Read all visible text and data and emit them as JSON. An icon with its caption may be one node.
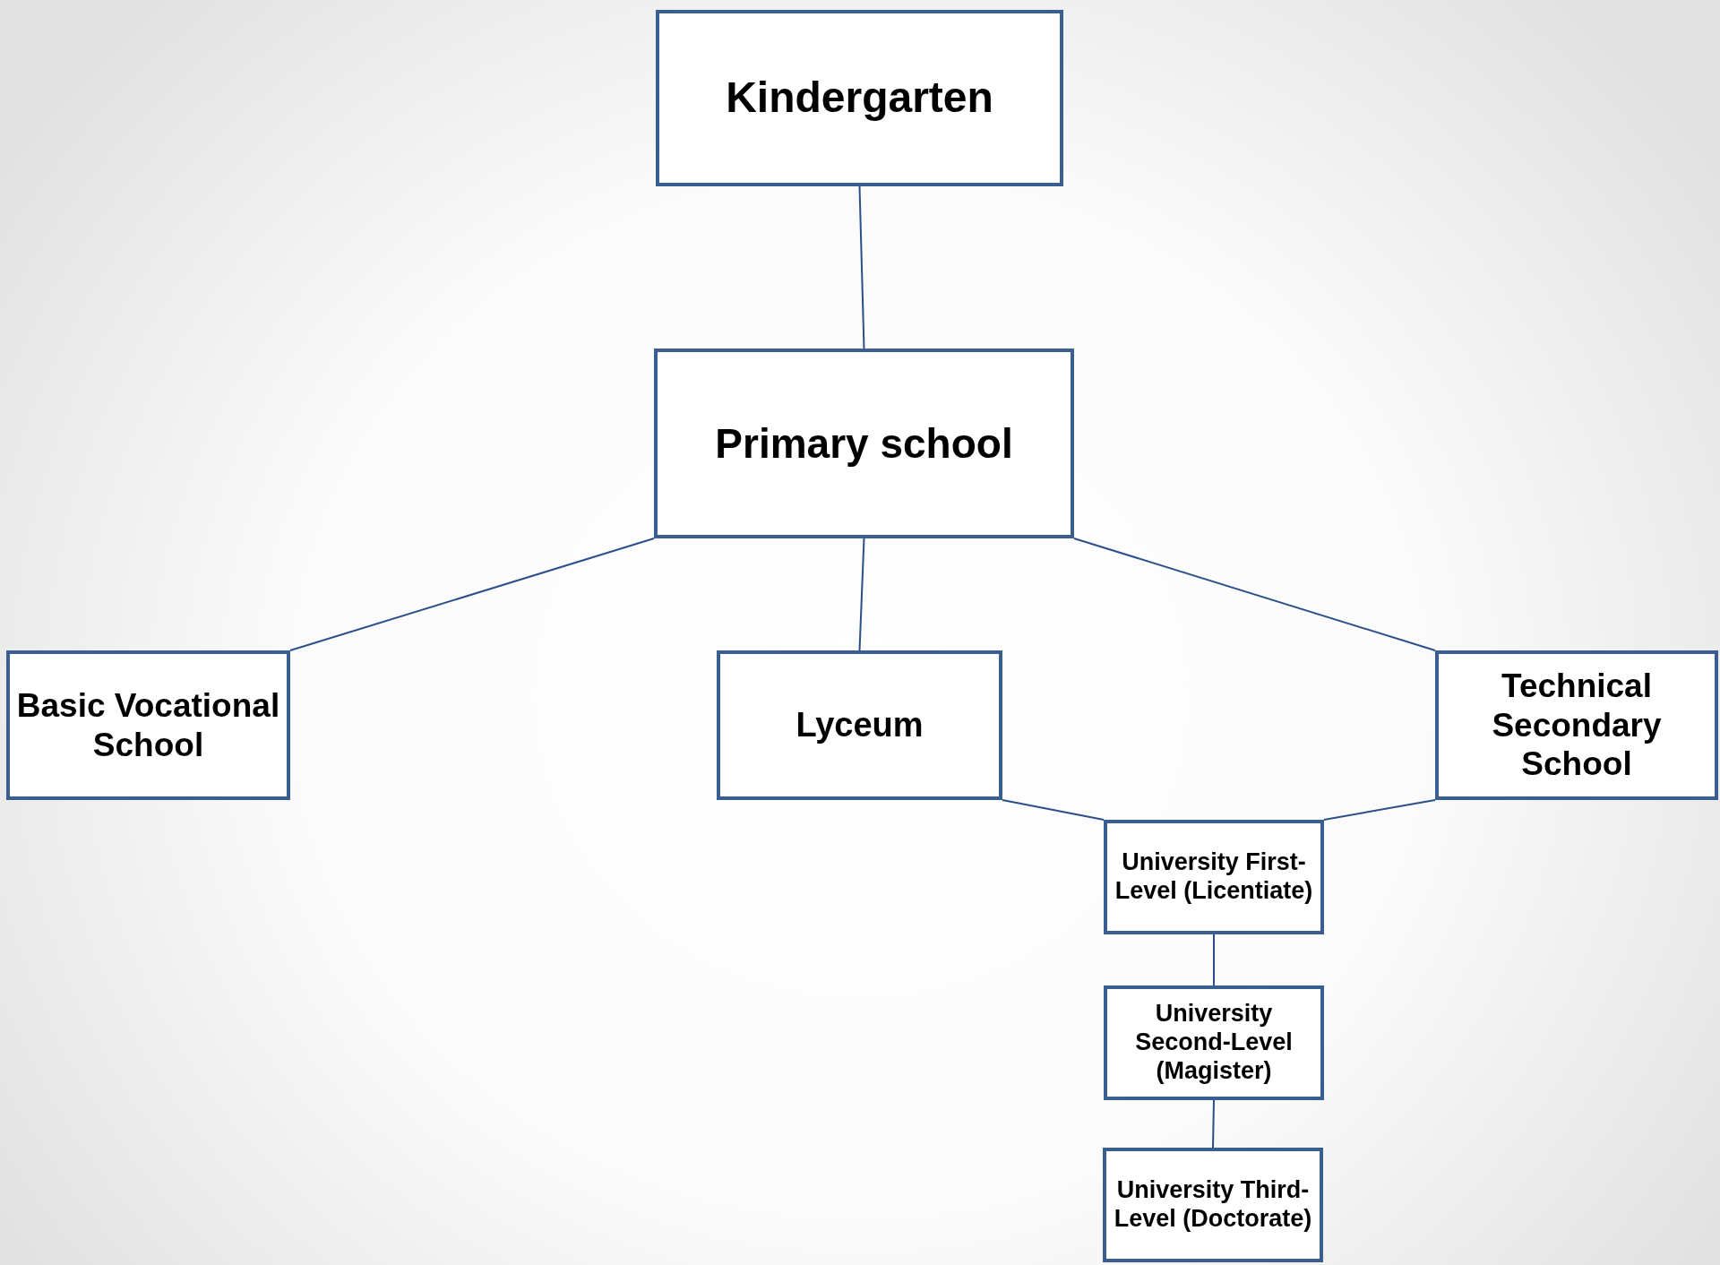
{
  "diagram": {
    "nodes": [
      {
        "text": [
          "Kindergarten"
        ]
      },
      {
        "text": [
          "Primary school"
        ]
      },
      {
        "text": [
          "Basic Vocational School"
        ]
      },
      {
        "text": [
          "Lyceum"
        ]
      },
      {
        "text": [
          "Technical Secondary School"
        ]
      },
      {
        "text": [
          "University First-Level (Licentiate)"
        ]
      },
      {
        "text": [
          "University Second-Level (Magister)"
        ]
      },
      {
        "text": [
          "University Third-Level (Doctorate)"
        ]
      }
    ],
    "edges": [
      {
        "from": 0,
        "to": 1,
        "arrow": "none"
      },
      {
        "from": 1,
        "to": 2,
        "arrow": "none"
      },
      {
        "from": 1,
        "to": 3,
        "arrow": "none"
      },
      {
        "from": 1,
        "to": 4,
        "arrow": "none"
      },
      {
        "from": 3,
        "to": 5,
        "arrow": "none"
      },
      {
        "from": 4,
        "to": 5,
        "arrow": "none"
      },
      {
        "from": 5,
        "to": 6,
        "arrow": "none"
      },
      {
        "from": 6,
        "to": 7,
        "arrow": "none"
      }
    ]
  }
}
